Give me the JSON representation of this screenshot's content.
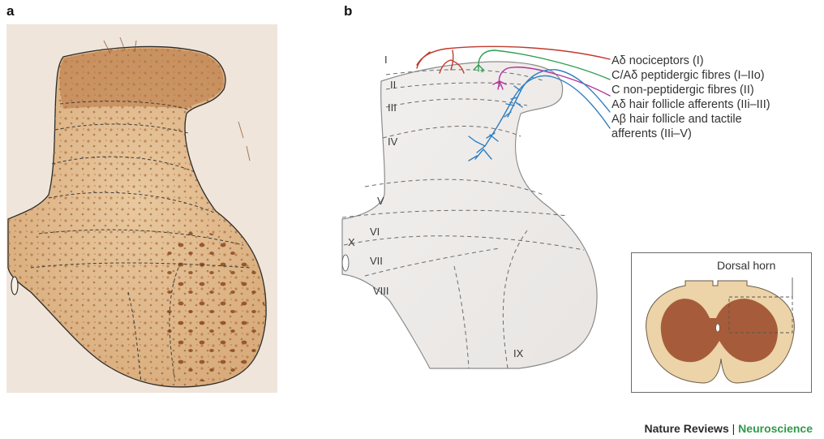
{
  "panels": {
    "a": "a",
    "b": "b"
  },
  "laminae": [
    "I",
    "II",
    "III",
    "IV",
    "V",
    "VI",
    "VII",
    "VIII",
    "IX",
    "X"
  ],
  "legend": {
    "ad_nociceptors": "Aδ nociceptors (I)",
    "peptidergic": "C/Aδ peptidergic fibres (I–IIo)",
    "non_peptidergic": "C non-peptidergic fibres (II)",
    "ad_hair": "Aδ hair follicle afferents (IIi–III)",
    "ab_hair_line1": "Aβ hair follicle and tactile",
    "ab_hair_line2": "afferents (IIi–V)"
  },
  "inset": {
    "label": "Dorsal horn"
  },
  "credit": {
    "journal": "Nature Reviews",
    "separator": " | ",
    "field": "Neuroscience"
  },
  "colors": {
    "ad_nociceptors": "#c0392b",
    "peptidergic": "#2e9e4f",
    "non_peptidergic": "#b2329c",
    "ad_hair": "#2f7fc1",
    "ab_hair": "#2f7fc1",
    "grey_matter": "#a65c3a",
    "white_matter": "#ecd3a8"
  }
}
